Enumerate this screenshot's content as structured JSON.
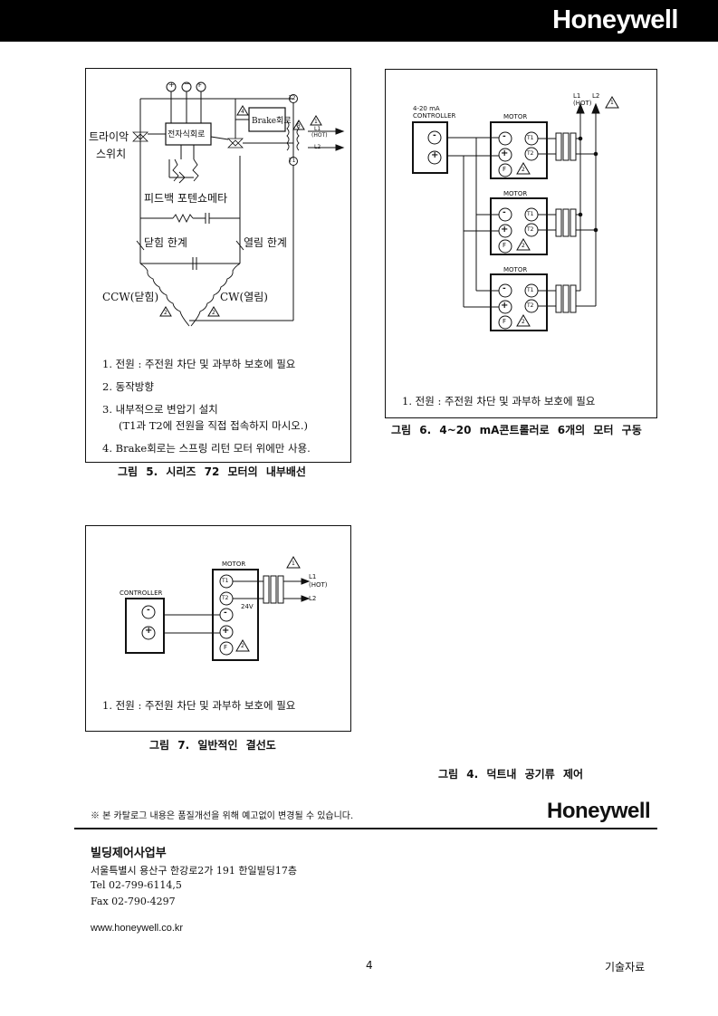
{
  "header": {
    "brand": "Honeywell"
  },
  "fig5": {
    "labels": {
      "plus": "+",
      "minus": "−",
      "f": "F",
      "electronic_circuit": "전자식회로",
      "brake_circuit": "Brake회로",
      "triac_line1": "트라이악",
      "triac_line2": "스위치",
      "t2": "T2",
      "t1": "T1",
      "l1": "L1",
      "hot": "(HOT)",
      "l2": "L2",
      "feedback_pot": "피드백 포텐쇼메타",
      "close_limit": "닫힘 한계",
      "open_limit": "열림 한계",
      "ccw": "CCW(닫힘)",
      "cw": "CW(열림)",
      "warn1": "1",
      "warn2": "2",
      "warn3": "3",
      "warn4": "4"
    },
    "notes": [
      "1. 전원 : 주전원 차단 및 과부하 보호에 필요",
      "2. 동작방향",
      "3. 내부적으로 변압기 설치",
      "(T1과 T2에 전원을 직접 접속하지 마시오.)",
      "4. Brake회로는 스프링 리턴 모터 위에만 사용."
    ],
    "caption": "그림 5.  시리즈 72 모터의 내부배선"
  },
  "fig6": {
    "labels": {
      "controller_line1": "4-20 mA",
      "controller_line2": "CONTROLLER",
      "motor": "MOTOR",
      "minus": "-",
      "plus": "+",
      "t1": "T1",
      "t2": "T2",
      "f": "F",
      "warn2": "2",
      "l1": "L1",
      "l2": "L2",
      "hot": "(HOT)",
      "warn1": "1"
    },
    "note": "1. 전원 : 주전원 차단 및 과부하 보호에 필요",
    "caption": "그림 6.  4~20 mA콘트롤러로 6개의 모터 구동"
  },
  "fig7": {
    "labels": {
      "controller": "CONTROLLER",
      "motor": "MOTOR",
      "t1": "T1",
      "t2": "T2",
      "minus": "-",
      "plus": "+",
      "f": "F",
      "warn2": "2",
      "v24": "24V",
      "l1": "L1",
      "hot": "(HOT)",
      "l2": "L2",
      "warn1": "1"
    },
    "note": "1. 전원 : 주전원 차단 및 과부하 보호에 필요",
    "caption": "그림 7.  일반적인 결선도"
  },
  "fig4_caption": "그림 4.  덕트내 공기류 제어",
  "disclaimer": "※ 본 카탈로그 내용은 품질개선을 위해 예고없이 변경될 수 있습니다.",
  "footer": {
    "brand": "Honeywell",
    "division": "빌딩제어사업부",
    "address": "서울특별시 용산구 한강로2가 191 한일빌딩17층",
    "tel": "Tel 02-799-6114,5",
    "fax": "Fax 02-790-4297",
    "website": "www.honeywell.co.kr",
    "page_number": "4",
    "doc_type": "기술자료"
  }
}
